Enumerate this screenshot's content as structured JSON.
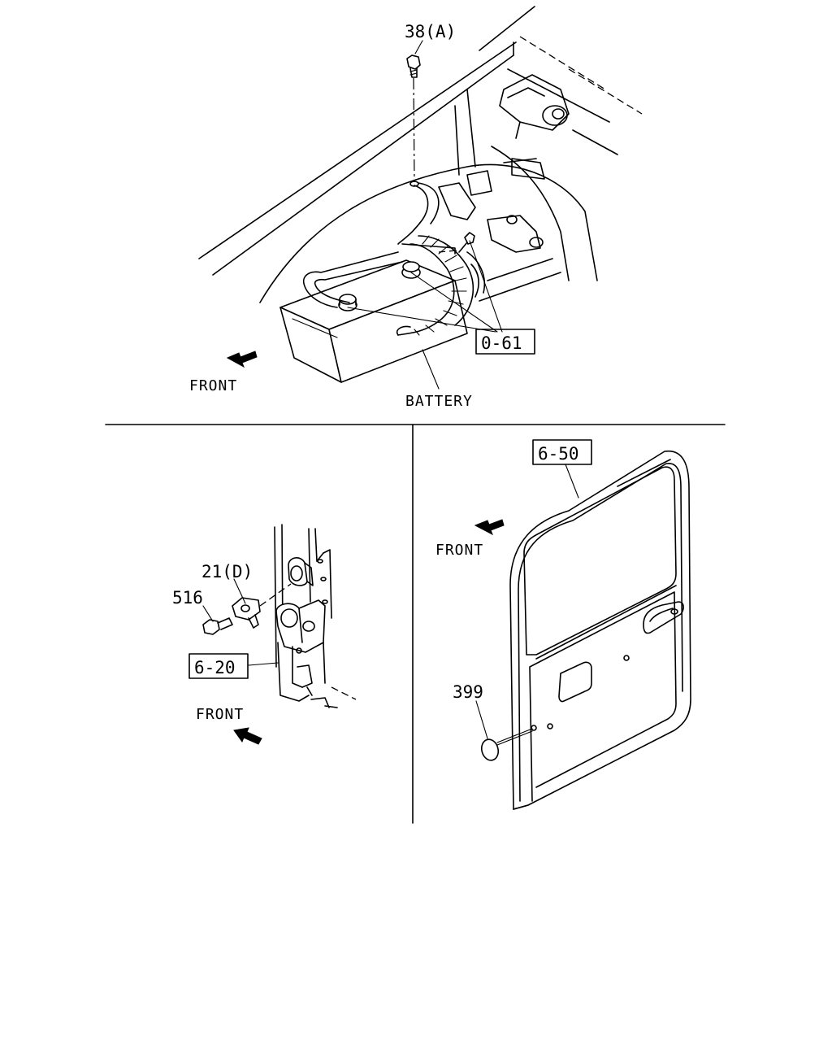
{
  "top_panel": {
    "callout_bolt": "38(A)",
    "callout_group": "0-61",
    "label_battery": "BATTERY",
    "label_front": "FRONT"
  },
  "left_panel": {
    "callout_bracket": "21(D)",
    "callout_bolt": "516",
    "callout_group": "6-20",
    "label_front": "FRONT"
  },
  "right_panel": {
    "callout_group": "6-50",
    "callout_plug": "399",
    "label_front": "FRONT"
  }
}
